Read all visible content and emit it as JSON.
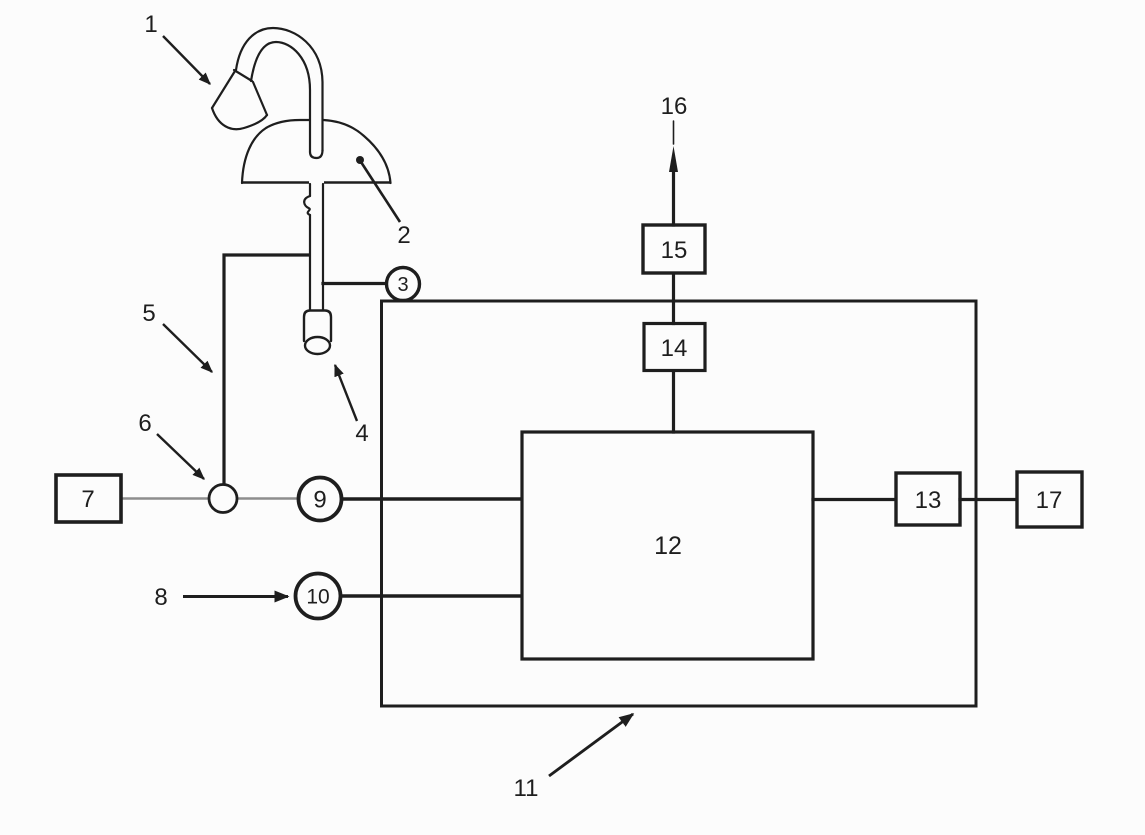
{
  "colors": {
    "ink": "#1e1e1e",
    "muted_line": "#8d8d8d",
    "background": "#fcfcfc"
  },
  "labels": {
    "n1": "1",
    "n2": "2",
    "n3": "3",
    "n4": "4",
    "n5": "5",
    "n6": "6",
    "n7": "7",
    "n8": "8",
    "n9": "9",
    "n10": "10",
    "n11": "11",
    "n12": "12",
    "n13": "13",
    "n14": "14",
    "n15": "15",
    "n16": "16",
    "n17": "17"
  }
}
